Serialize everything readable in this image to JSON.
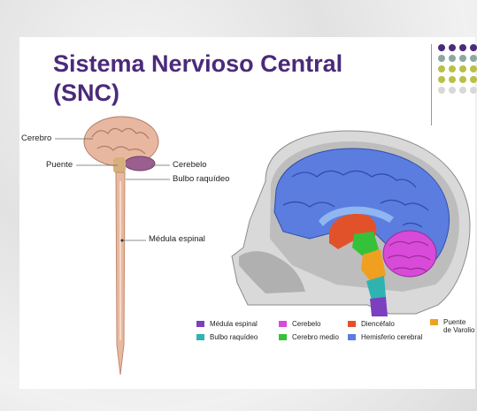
{
  "slide": {
    "title_line1": "Sistema Nervioso Central",
    "title_line2": "(SNC)"
  },
  "left_figure": {
    "labels": {
      "cerebro": "Cerebro",
      "puente": "Puente",
      "cerebelo": "Cerebelo",
      "bulbo": "Bulbo raquídeo",
      "medula": "Médula espinal"
    }
  },
  "legend": {
    "items": [
      {
        "label": "Médula espinal",
        "color": "#7b3fbf"
      },
      {
        "label": "Bulbo raquídeo",
        "color": "#2fb3b0"
      },
      {
        "label": "Cerebelo",
        "color": "#d84ad8"
      },
      {
        "label": "Cerebro medio",
        "color": "#35c23a"
      },
      {
        "label": "Diencéfalo",
        "color": "#e2522a"
      },
      {
        "label": "Hemisferio cerebral",
        "color": "#5b7de0"
      },
      {
        "label": "Puente\nde Varolio",
        "color": "#f0a020"
      }
    ]
  },
  "dot_colors": [
    "#4b2a7a",
    "#4b2a7a",
    "#4b2a7a",
    "#4b2a7a",
    "#8aa8a0",
    "#8aa8a0",
    "#8aa8a0",
    "#8aa8a0",
    "#b8c04a",
    "#b8c04a",
    "#b8c04a",
    "#b8c04a",
    "#b8c04a",
    "#b8c04a",
    "#b8c04a",
    "#b8c04a",
    "#d8d8d8",
    "#d8d8d8",
    "#d8d8d8",
    "#d8d8d8"
  ]
}
